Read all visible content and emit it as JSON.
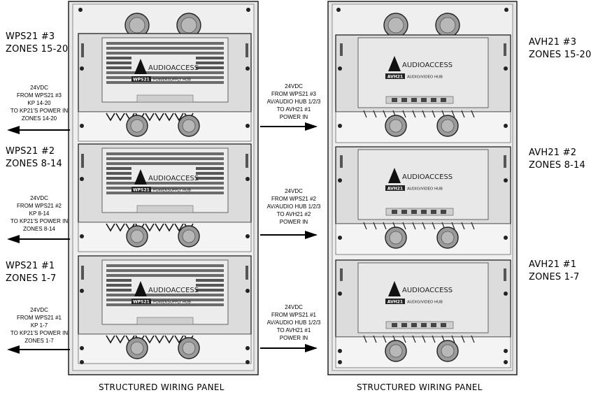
{
  "left_labels": [
    {
      "line1": "WPS21 #3",
      "line2": "ZONES 15-20"
    },
    {
      "line1": "WPS21 #2",
      "line2": "ZONES 8-14"
    },
    {
      "line1": "WPS21 #1",
      "line2": "ZONES 1-7"
    }
  ],
  "right_labels": [
    {
      "line1": "AVH21 #3",
      "line2": "ZONES 15-20"
    },
    {
      "line1": "AVH21 #2",
      "line2": "ZONES 8-14"
    },
    {
      "line1": "AVH21 #1",
      "line2": "ZONES 1-7"
    }
  ],
  "left_notes": [
    [
      "24VDC",
      "FROM WPS21 #3",
      "KP 14-20",
      "TO KP21'S POWER IN",
      "ZONES 14-20"
    ],
    [
      "24VDC",
      "FROM WPS21 #2",
      "KP 8-14",
      "TO KP21'S POWER IN",
      "ZONES 8-14"
    ],
    [
      "24VDC",
      "FROM WPS21 #1",
      "KP 1-7",
      "TO KP21'S POWER IN",
      "ZONES 1-7"
    ]
  ],
  "middle_notes": [
    [
      "24VDC",
      "FROM WPS21 #3",
      "AV/AUDIO HUB 1/2/3",
      "TO AVH21 #1",
      "POWER IN"
    ],
    [
      "24VDC",
      "FROM WPS21 #2",
      "AV/AUDIO HUB 1/2/3",
      "TO AVH21 #2",
      "POWER IN"
    ],
    [
      "24VDC",
      "FROM WPS21 #1",
      "AV/AUDIO HUB 1/2/3",
      "TO AVH21 #1",
      "POWER IN"
    ]
  ],
  "device_text": {
    "brand": "AUDIOACCESS",
    "wps_model": "WPS21",
    "wps_desc": "POWERSUPPLY HUB",
    "avh_model": "AVH21",
    "avh_desc": "AUDIO/VIDEO HUB"
  },
  "captions": {
    "left": "STRUCTURED WIRING PANEL",
    "right": "STRUCTURED WIRING PANEL"
  },
  "colors": {
    "panel_fill": "#e6e6e6",
    "module_fill": "#dcdcdc",
    "grille": "#555555",
    "outline": "#222222",
    "arrow": "#000000"
  }
}
